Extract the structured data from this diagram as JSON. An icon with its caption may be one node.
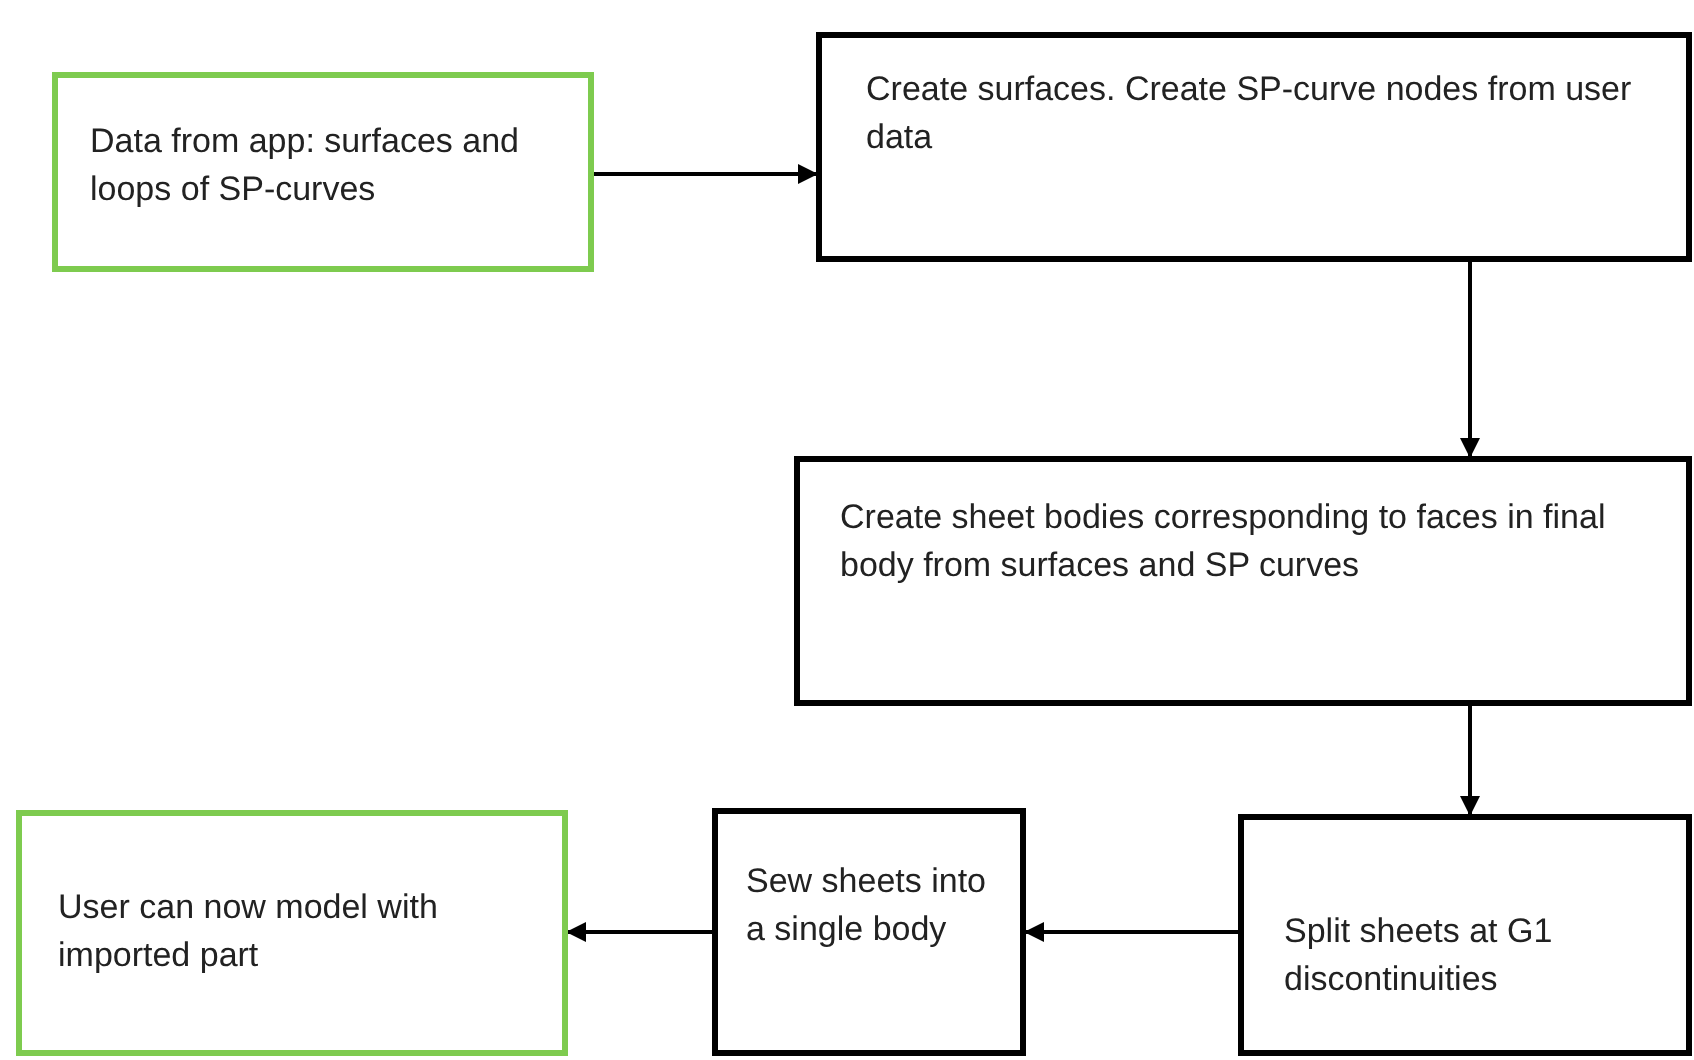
{
  "diagram": {
    "nodes": [
      {
        "text": [
          "Data from app: surfaces and loops of SP-curves"
        ]
      },
      {
        "text": [
          "Create surfaces. Create SP-curve nodes from user data"
        ]
      },
      {
        "text": [
          "Create sheet bodies corresponding to faces in final body from surfaces and SP curves"
        ]
      },
      {
        "text": [
          "Split sheets at G1 discontinuities"
        ]
      },
      {
        "text": [
          "Sew sheets into a single body"
        ]
      },
      {
        "text": [
          "User can now model with imported part"
        ]
      }
    ],
    "edges": [
      {
        "from": 0,
        "to": 1,
        "arrow": "to"
      },
      {
        "from": 1,
        "to": 2,
        "arrow": "to"
      },
      {
        "from": 2,
        "to": 3,
        "arrow": "to"
      },
      {
        "from": 3,
        "to": 4,
        "arrow": "to"
      },
      {
        "from": 4,
        "to": 5,
        "arrow": "to"
      }
    ]
  }
}
